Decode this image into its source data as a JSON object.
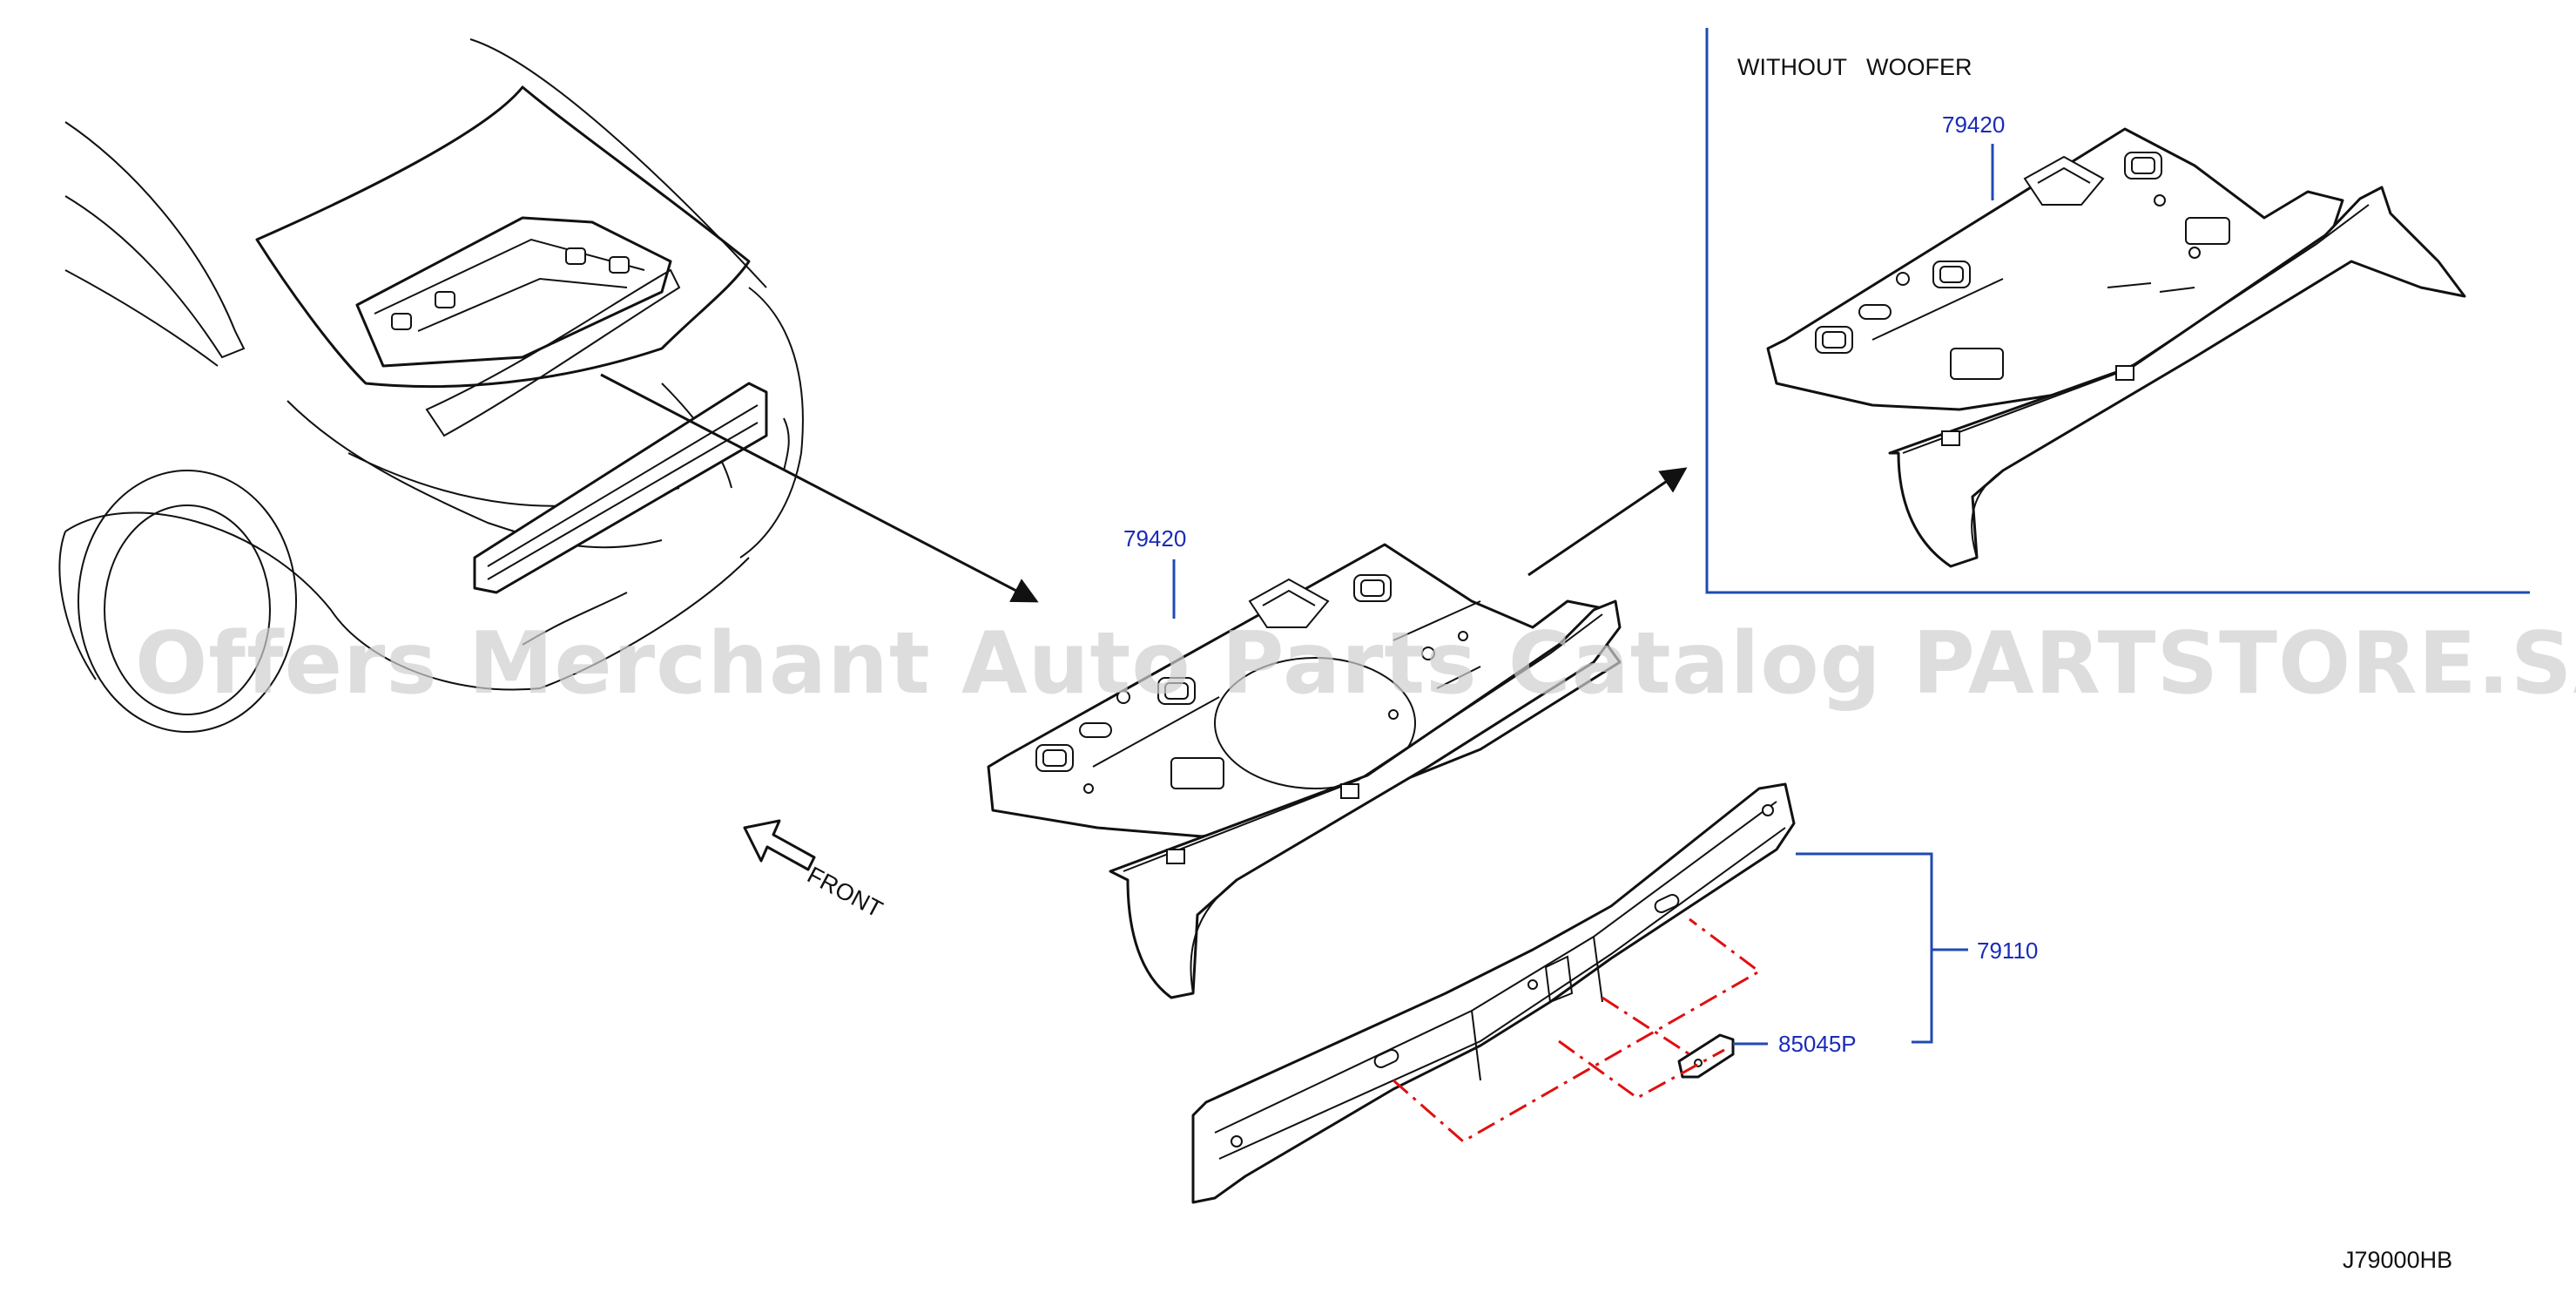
{
  "labels": {
    "inset_title": "WITHOUT   WOOFER",
    "part_79420_main": "79420",
    "part_79420_inset": "79420",
    "part_79110": "79110",
    "part_85045P": "85045P",
    "front": "FRONT",
    "diagram_code": "J79000HB"
  },
  "watermark": "Offers Merchant Auto Parts Catalog PARTSTORE.SA",
  "colors": {
    "leader": "#1f4bb3",
    "label_text": "#1a2bb8",
    "dash": "#e01010",
    "line": "#111111"
  },
  "icons": [
    "front-arrow-icon",
    "direction-arrow-icon"
  ]
}
